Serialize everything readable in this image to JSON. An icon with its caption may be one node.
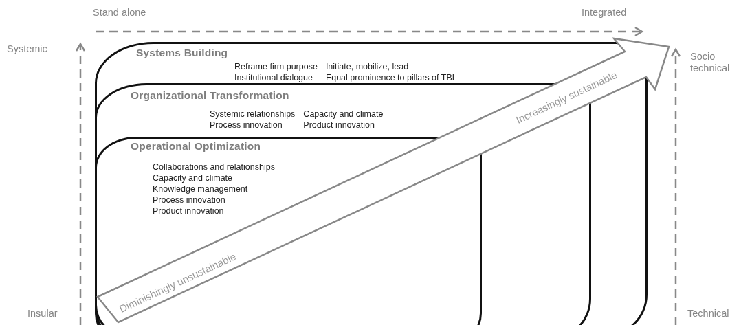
{
  "diagram": {
    "nodes": [
      {
        "text": [
          "Systems Building",
          "Reframe firm purpose",
          "Initiate, mobilize, lead",
          "Institutional dialogue",
          "Equal prominence to pillars of TBL"
        ]
      },
      {
        "text": [
          "Organizational Transformation",
          "Systemic relationships",
          "Capacity and climate",
          "Process innovation",
          "Product innovation"
        ],
        "in": 0
      },
      {
        "text": [
          "Operational Optimization",
          "Collaborations and relationships",
          "Capacity and climate",
          "Knowledge management",
          "Process innovation",
          "Product innovation"
        ],
        "in": 1
      }
    ],
    "labels": [
      "Stand alone",
      "Integrated",
      "Systemic",
      "Socio technical",
      "Increasingly sustainable",
      "Diminishingly unsustainable",
      "Insular",
      "Technical"
    ]
  }
}
